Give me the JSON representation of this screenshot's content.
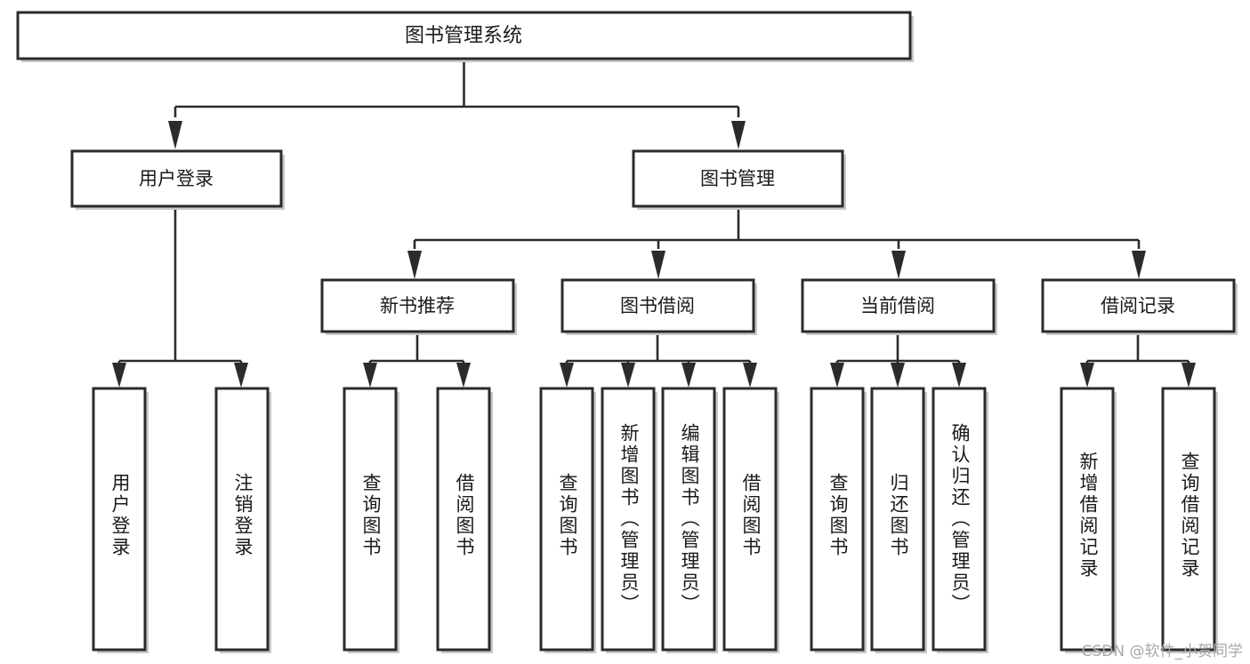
{
  "diagram": {
    "type": "tree-hierarchy",
    "title": "图书管理系统",
    "watermark": "CSDN @软件_小贺同学",
    "colors": {
      "stroke": "#2b2b2b",
      "fill": "#ffffff",
      "text": "#1a1a1a",
      "shadow": "#c9c9c9",
      "watermark": "#a8a8a8"
    },
    "levels": {
      "root": {
        "label": "图书管理系统"
      },
      "level2": [
        {
          "label": "用户登录"
        },
        {
          "label": "图书管理"
        }
      ],
      "level3": [
        {
          "label": "新书推荐"
        },
        {
          "label": "图书借阅"
        },
        {
          "label": "当前借阅"
        },
        {
          "label": "借阅记录"
        }
      ],
      "leaves": [
        {
          "label": "用户登录",
          "parent": "用户登录"
        },
        {
          "label": "注销登录",
          "parent": "用户登录"
        },
        {
          "label": "查询图书",
          "parent": "新书推荐"
        },
        {
          "label": "借阅图书",
          "parent": "新书推荐"
        },
        {
          "label": "查询图书",
          "parent": "图书借阅"
        },
        {
          "label": "新增图书（管理员）",
          "parent": "图书借阅"
        },
        {
          "label": "编辑图书（管理员）",
          "parent": "图书借阅"
        },
        {
          "label": "借阅图书",
          "parent": "图书借阅"
        },
        {
          "label": "查询图书",
          "parent": "当前借阅"
        },
        {
          "label": "归还图书",
          "parent": "当前借阅"
        },
        {
          "label": "确认归还（管理员）",
          "parent": "当前借阅"
        },
        {
          "label": "新增借阅记录",
          "parent": "借阅记录"
        },
        {
          "label": "查询借阅记录",
          "parent": "借阅记录"
        }
      ]
    }
  }
}
